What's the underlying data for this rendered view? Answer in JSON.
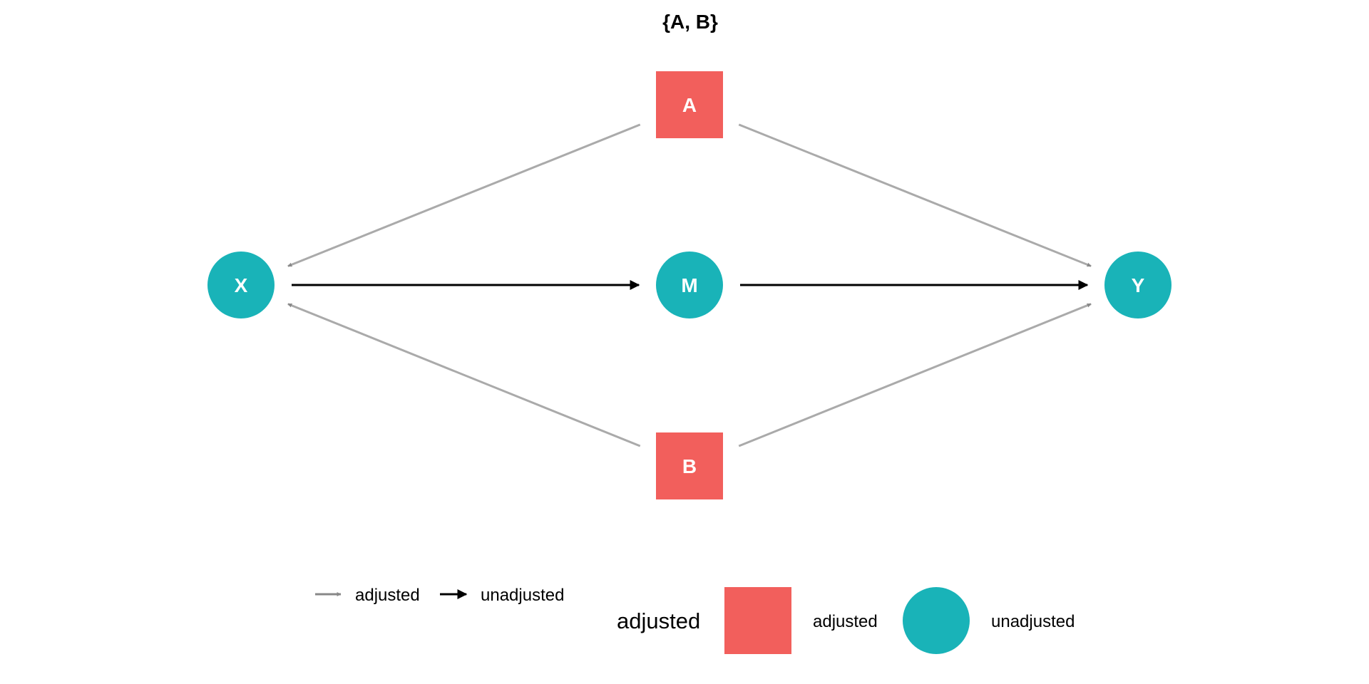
{
  "title": "{A, B}",
  "colors": {
    "adjusted_node": "#F25F5C",
    "unadjusted_node": "#19B3B8",
    "adjusted_edge": "#AAAAAA",
    "unadjusted_edge": "#000000"
  },
  "nodes": [
    {
      "id": "A",
      "label": "A",
      "status": "adjusted",
      "shape": "square"
    },
    {
      "id": "B",
      "label": "B",
      "status": "adjusted",
      "shape": "square"
    },
    {
      "id": "X",
      "label": "X",
      "status": "unadjusted",
      "shape": "circle"
    },
    {
      "id": "M",
      "label": "M",
      "status": "unadjusted",
      "shape": "circle"
    },
    {
      "id": "Y",
      "label": "Y",
      "status": "unadjusted",
      "shape": "circle"
    }
  ],
  "edges": [
    {
      "from": "A",
      "to": "X",
      "status": "adjusted"
    },
    {
      "from": "A",
      "to": "Y",
      "status": "adjusted"
    },
    {
      "from": "B",
      "to": "X",
      "status": "adjusted"
    },
    {
      "from": "B",
      "to": "Y",
      "status": "adjusted"
    },
    {
      "from": "X",
      "to": "M",
      "status": "unadjusted"
    },
    {
      "from": "M",
      "to": "Y",
      "status": "unadjusted"
    }
  ],
  "edge_legend": {
    "items": [
      {
        "label": "adjusted",
        "status": "adjusted"
      },
      {
        "label": "unadjusted",
        "status": "unadjusted"
      }
    ]
  },
  "node_legend": {
    "title": "adjusted",
    "items": [
      {
        "label": "adjusted",
        "status": "adjusted",
        "shape": "square"
      },
      {
        "label": "unadjusted",
        "status": "unadjusted",
        "shape": "circle"
      }
    ]
  }
}
